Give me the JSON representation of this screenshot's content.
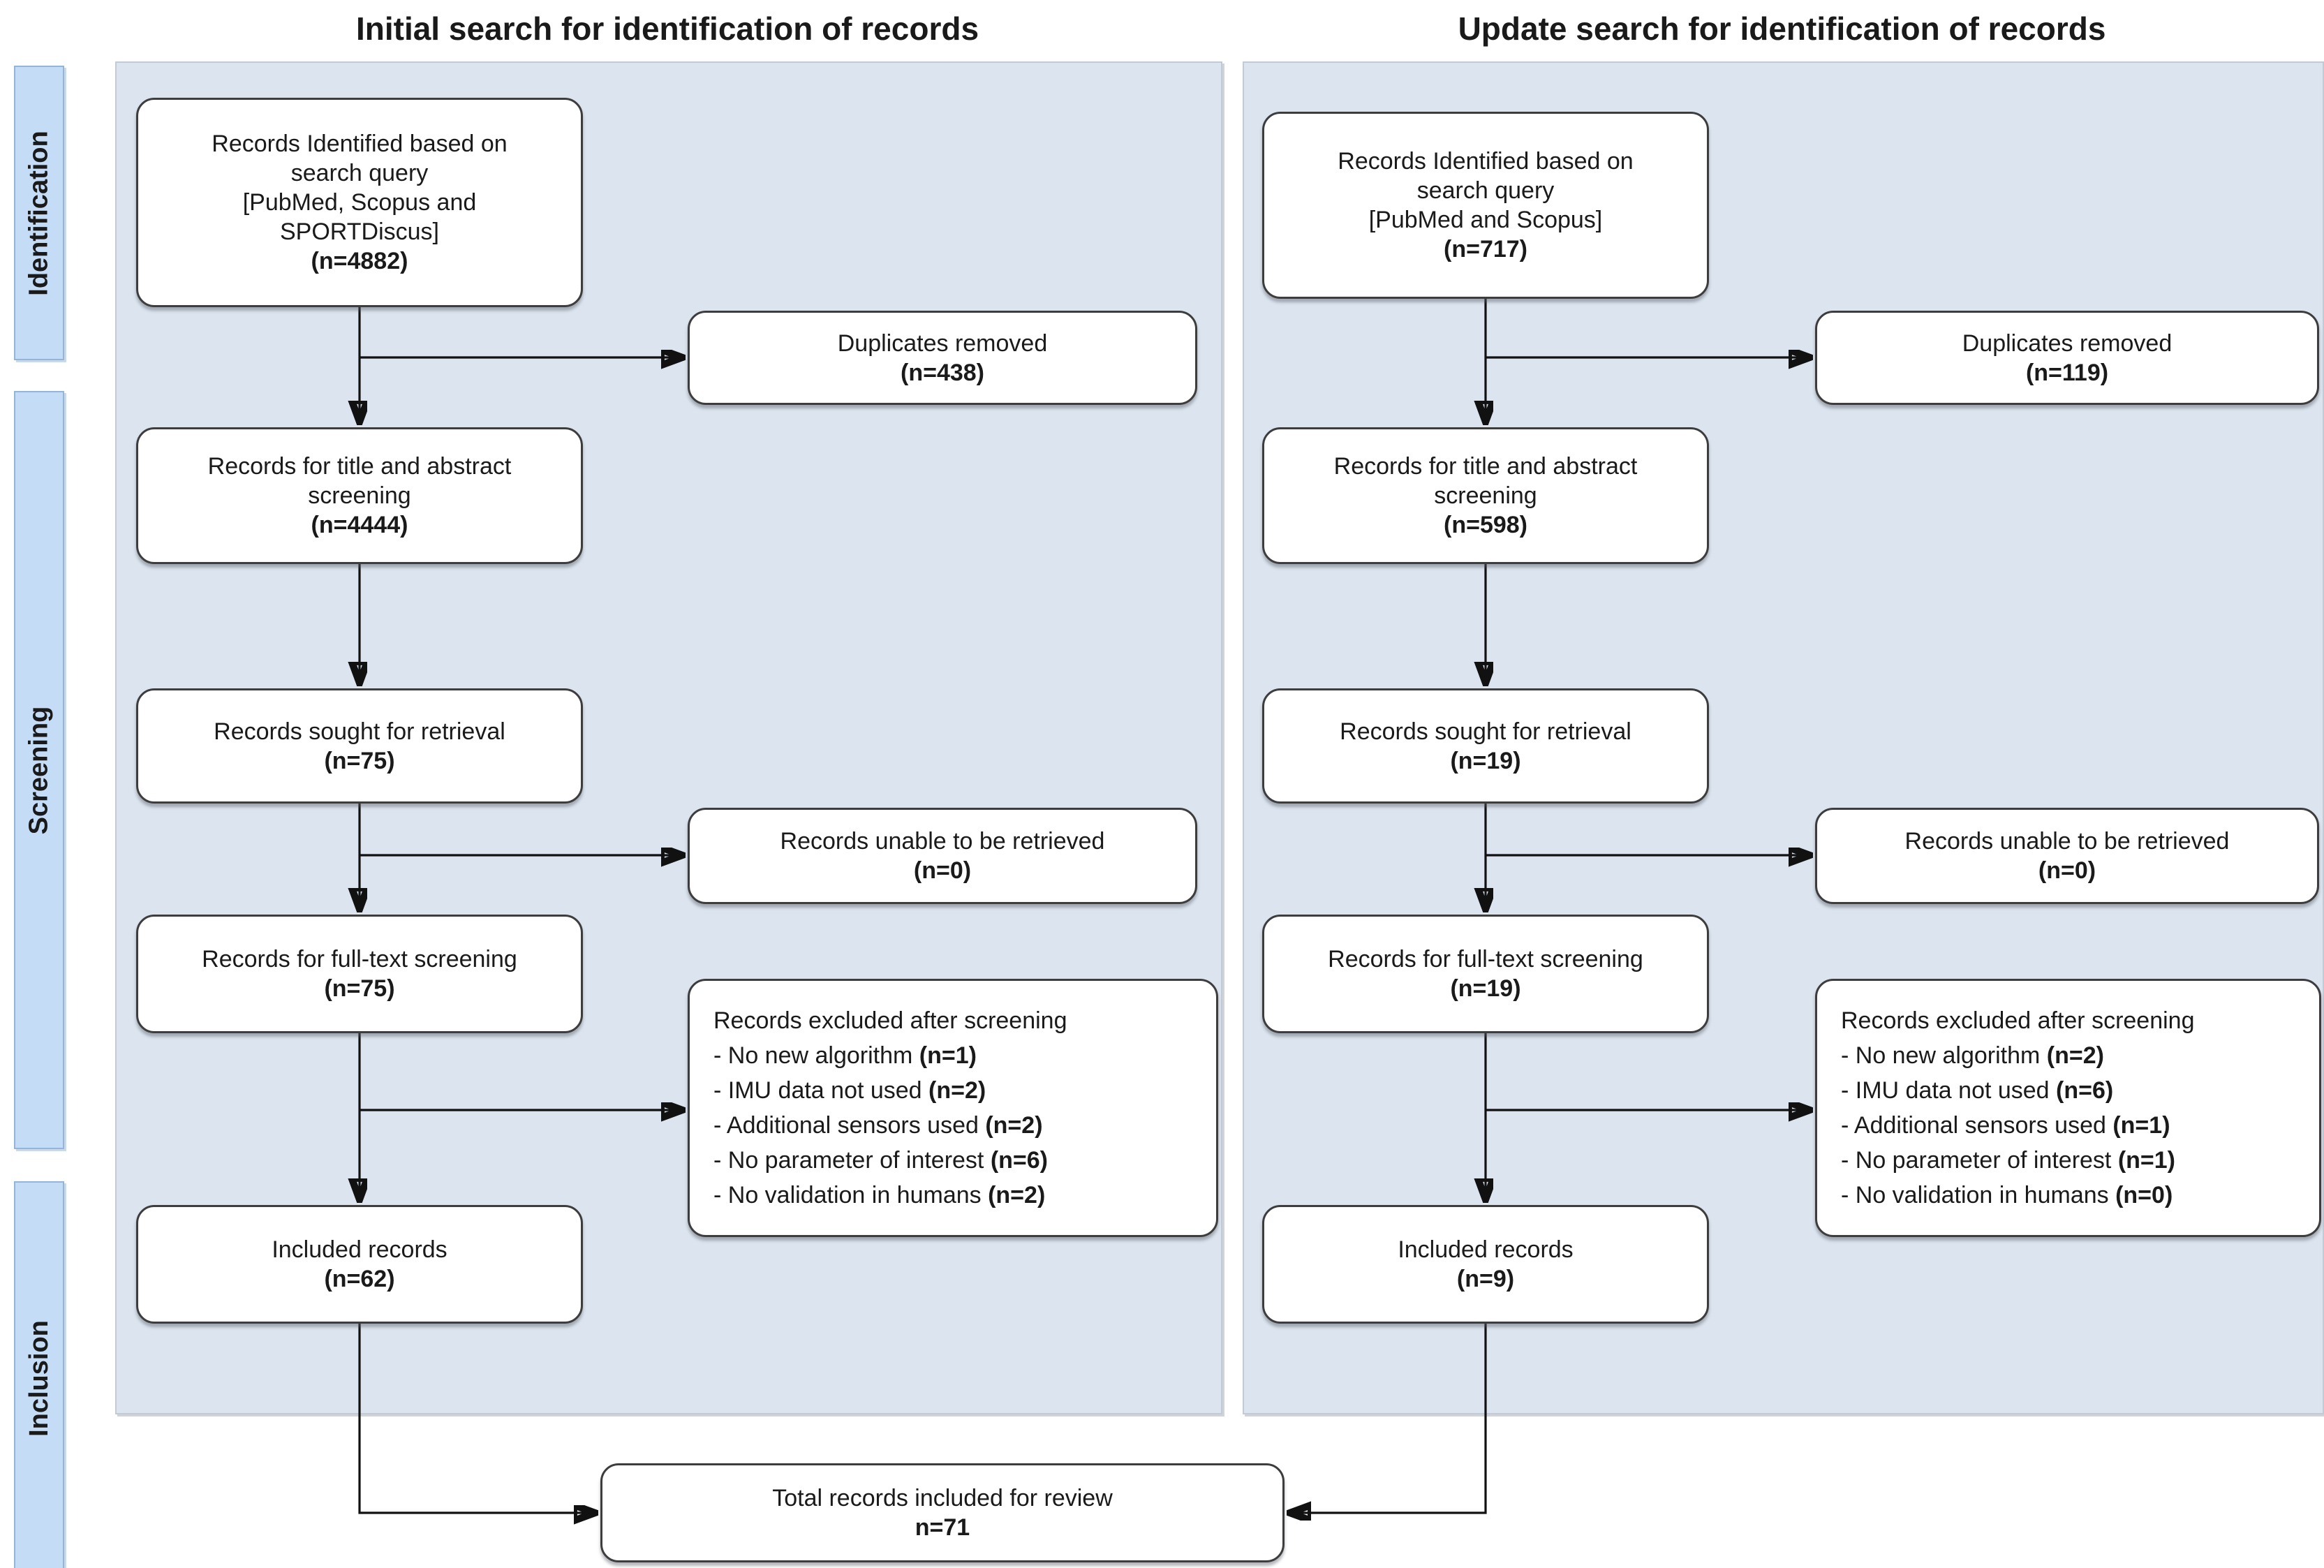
{
  "theme": {
    "panel_bg": "#dbe4ef",
    "panel_border": "#c2cad6",
    "stage_fill": "#c5dcf6",
    "stage_border": "#94b4da",
    "box_border": "#3d3d3d",
    "arrow_color": "#111111",
    "text_color": "#1a1a1a"
  },
  "sidebar": {
    "stages": [
      {
        "label": "Identification"
      },
      {
        "label": "Screening"
      },
      {
        "label": "Inclusion"
      }
    ]
  },
  "columns": [
    {
      "title": "Initial search for identification of records",
      "identified": {
        "label": "Records Identified based on\nsearch query\n[PubMed, Scopus and\nSPORTDiscus]",
        "n": "(n=4882)"
      },
      "duplicates": {
        "label": "Duplicates removed",
        "n": "(n=438)"
      },
      "title_abstract": {
        "label": "Records for title and abstract\nscreening",
        "n": "(n=4444)"
      },
      "sought": {
        "label": "Records sought for retrieval",
        "n": "(n=75)"
      },
      "unable": {
        "label": "Records unable to be retrieved",
        "n": "(n=0)"
      },
      "fulltext": {
        "label": "Records for full-text screening",
        "n": "(n=75)"
      },
      "excluded": {
        "header": "Records excluded after screening",
        "items": [
          {
            "text": "- No new algorithm ",
            "n": "(n=1)"
          },
          {
            "text": "- IMU data not used ",
            "n": "(n=2)"
          },
          {
            "text": "- Additional sensors used ",
            "n": "(n=2)"
          },
          {
            "text": "- No parameter of interest ",
            "n": "(n=6)"
          },
          {
            "text": "- No validation in humans ",
            "n": "(n=2)"
          }
        ]
      },
      "included": {
        "label": "Included records",
        "n": "(n=62)"
      }
    },
    {
      "title": "Update search for identification of records",
      "identified": {
        "label": "Records Identified based on\nsearch query\n[PubMed and Scopus]",
        "n": "(n=717)"
      },
      "duplicates": {
        "label": "Duplicates removed",
        "n": "(n=119)"
      },
      "title_abstract": {
        "label": "Records for title and abstract\nscreening",
        "n": "(n=598)"
      },
      "sought": {
        "label": "Records sought for retrieval",
        "n": "(n=19)"
      },
      "unable": {
        "label": "Records unable to be retrieved",
        "n": "(n=0)"
      },
      "fulltext": {
        "label": "Records for full-text screening",
        "n": "(n=19)"
      },
      "excluded": {
        "header": "Records excluded after screening",
        "items": [
          {
            "text": "- No new algorithm ",
            "n": "(n=2)"
          },
          {
            "text": "- IMU data not used ",
            "n": "(n=6)"
          },
          {
            "text": "- Additional sensors used ",
            "n": "(n=1)"
          },
          {
            "text": "- No parameter of interest ",
            "n": "(n=1)"
          },
          {
            "text": "- No validation in humans ",
            "n": "(n=0)"
          }
        ]
      },
      "included": {
        "label": "Included records",
        "n": "(n=9)"
      }
    }
  ],
  "total": {
    "label": "Total records included for review",
    "n": "n=71"
  }
}
